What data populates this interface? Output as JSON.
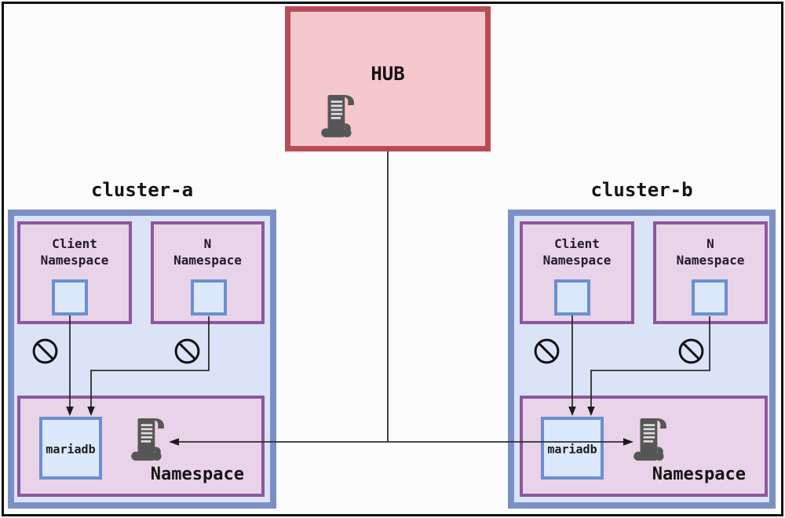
{
  "colors": {
    "hub_border": "#b94b56",
    "hub_fill": "#f5c8ce",
    "cluster_border": "#7b8fc7",
    "cluster_fill": "#dbe3f6",
    "namespace_border": "#8e579d",
    "namespace_fill": "#e8d3e9",
    "pod_border": "#6b8fd0",
    "pod_fill": "#dce9fc",
    "scroll_icon": "#565656",
    "connector_line": "#2e2e2e"
  },
  "hub": {
    "label": "HUB"
  },
  "clusters": [
    {
      "title": "cluster-a",
      "client_namespace": {
        "line1": "Client",
        "line2": "Namespace"
      },
      "n_namespace": {
        "line1": "N",
        "line2": "Namespace"
      },
      "db_namespace": {
        "db_label": "mariadb",
        "label": "Namespace"
      }
    },
    {
      "title": "cluster-b",
      "client_namespace": {
        "line1": "Client",
        "line2": "Namespace"
      },
      "n_namespace": {
        "line1": "N",
        "line2": "Namespace"
      },
      "db_namespace": {
        "db_label": "mariadb",
        "label": "Namespace"
      }
    }
  ]
}
